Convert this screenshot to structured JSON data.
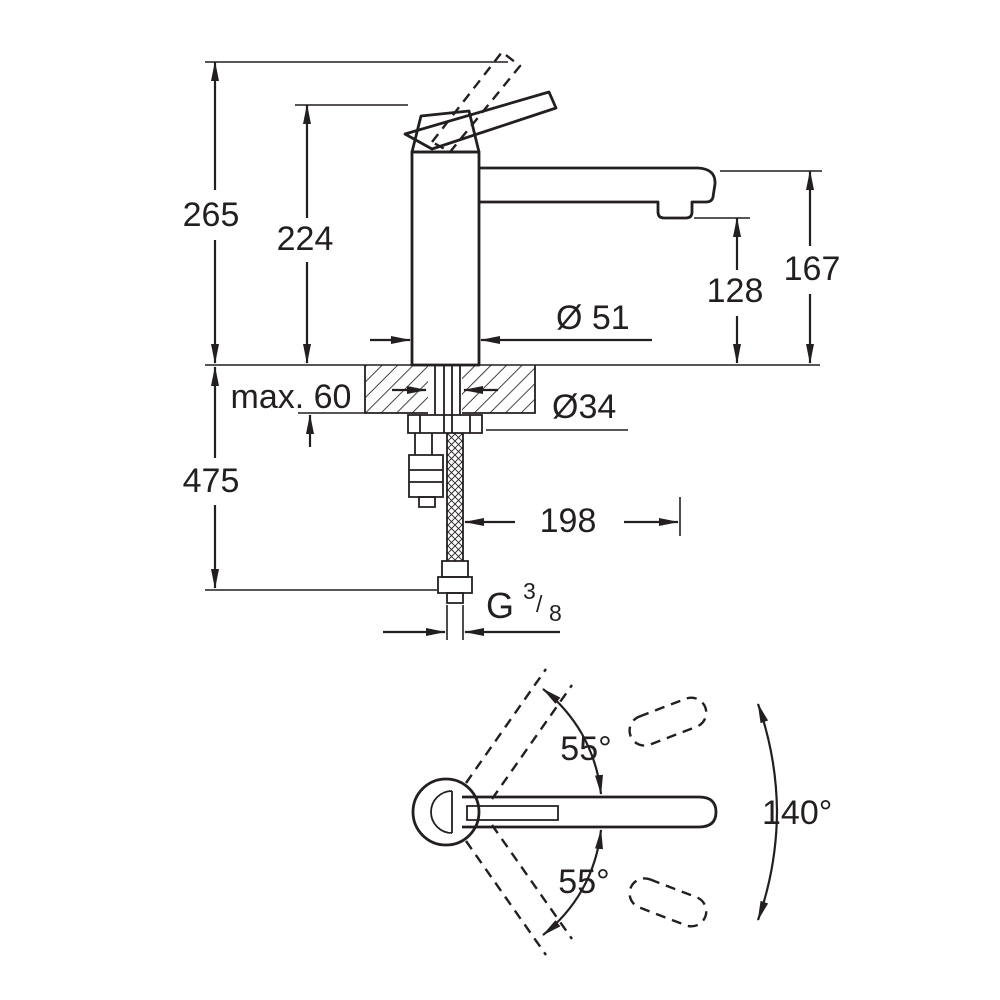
{
  "colors": {
    "ink": "#231f20",
    "background": "#ffffff"
  },
  "side_view": {
    "height_total": "265",
    "height_body": "224",
    "height_spout_underside": "128",
    "height_spout_top": "167",
    "body_diameter": "Ø 51",
    "counter_thickness_max": "max. 60",
    "hole_diameter": "Ø34",
    "depth_below_counter": "475",
    "spout_reach": "198",
    "thread": {
      "g": "G",
      "num": "3",
      "slash": "/",
      "den": "8"
    }
  },
  "top_view": {
    "swivel_upper": "55°",
    "swivel_total": "140°",
    "swivel_lower": "55°"
  }
}
